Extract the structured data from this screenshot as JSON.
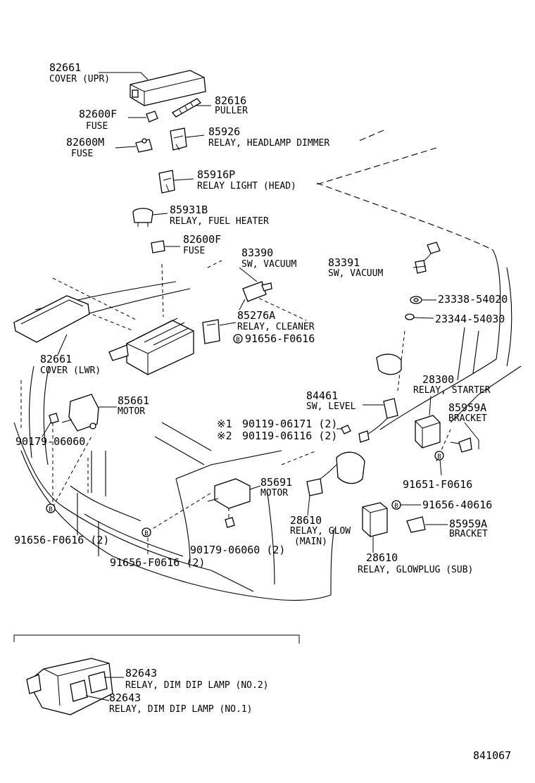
{
  "parts": {
    "cover_upr": {
      "number": "82661",
      "name": "COVER (UPR)"
    },
    "puller": {
      "number": "82616",
      "name": "PULLER"
    },
    "fuse_f1": {
      "number": "82600F",
      "name": "FUSE"
    },
    "relay_hd": {
      "number": "85926",
      "name": "RELAY, HEADLAMP DIMMER"
    },
    "fuse_m": {
      "number": "82600M",
      "name": "FUSE"
    },
    "relay_lh": {
      "number": "85916P",
      "name": "RELAY LIGHT (HEAD)"
    },
    "relay_fh": {
      "number": "85931B",
      "name": "RELAY, FUEL HEATER"
    },
    "fuse_f2": {
      "number": "82600F",
      "name": "FUSE"
    },
    "sw_vac1": {
      "number": "83390",
      "name": "SW, VACUUM"
    },
    "sw_vac2": {
      "number": "83391",
      "name": "SW, VACUUM"
    },
    "p23338": {
      "number": "23338-54020"
    },
    "p23344": {
      "number": "23344-54030"
    },
    "relay_cl": {
      "number": "85276A",
      "name": "RELAY, CLEANER"
    },
    "b91656a": {
      "number": "91656-F0616"
    },
    "cover_lwr": {
      "number": "82661",
      "name": "COVER (LWR)"
    },
    "relay_st": {
      "number": "28300",
      "name": "RELAY, STARTER"
    },
    "motor1": {
      "number": "85661",
      "name": "MOTOR"
    },
    "sw_level": {
      "number": "84461",
      "name": "SW, LEVEL"
    },
    "bracket1": {
      "number": "85959A",
      "name": "BRACKET"
    },
    "note1": {
      "mark": "※1",
      "number": "90119-06171 (2)"
    },
    "note2": {
      "mark": "※2",
      "number": "90119-06116 (2)"
    },
    "p90179a": {
      "number": "90179-06060"
    },
    "b91651": {
      "number": "91651-F0616"
    },
    "motor2": {
      "number": "85691",
      "name": "MOTOR"
    },
    "b91656_40616": {
      "number": "91656-40616"
    },
    "relay_glow_main": {
      "number": "28610",
      "name": "RELAY, GLOW",
      "sub": "(MAIN)"
    },
    "bracket2": {
      "number": "85959A",
      "name": "BRACKET"
    },
    "b91656b": {
      "number": "91656-F0616 (2)"
    },
    "b91656c": {
      "number": "91656-F0616 (2)"
    },
    "p90179b": {
      "number": "90179-06060 (2)"
    },
    "relay_glow_sub": {
      "number": "28610",
      "name": "RELAY, GLOWPLUG (SUB)"
    },
    "dim2": {
      "number": "82643",
      "name": "RELAY, DIM DIP LAMP (NO.2)"
    },
    "dim1": {
      "number": "82643",
      "name": "RELAY, DIM DIP LAMP (NO.1)"
    }
  },
  "bolt_marker": "B",
  "figure_number": "841067"
}
